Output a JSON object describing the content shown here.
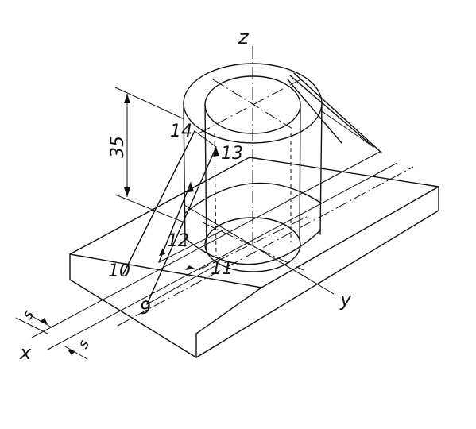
{
  "labels": {
    "z_axis": "z",
    "y_axis": "y",
    "x_axis": "x",
    "dimension_35": "35",
    "dim_s_top": "s",
    "dim_s_bottom": "s",
    "pt9": "9",
    "pt10": "10",
    "pt11": "11",
    "pt12": "12",
    "pt13": "13",
    "pt14": "14"
  },
  "colors": {
    "ink": "#111111",
    "paper": "#ffffff"
  }
}
